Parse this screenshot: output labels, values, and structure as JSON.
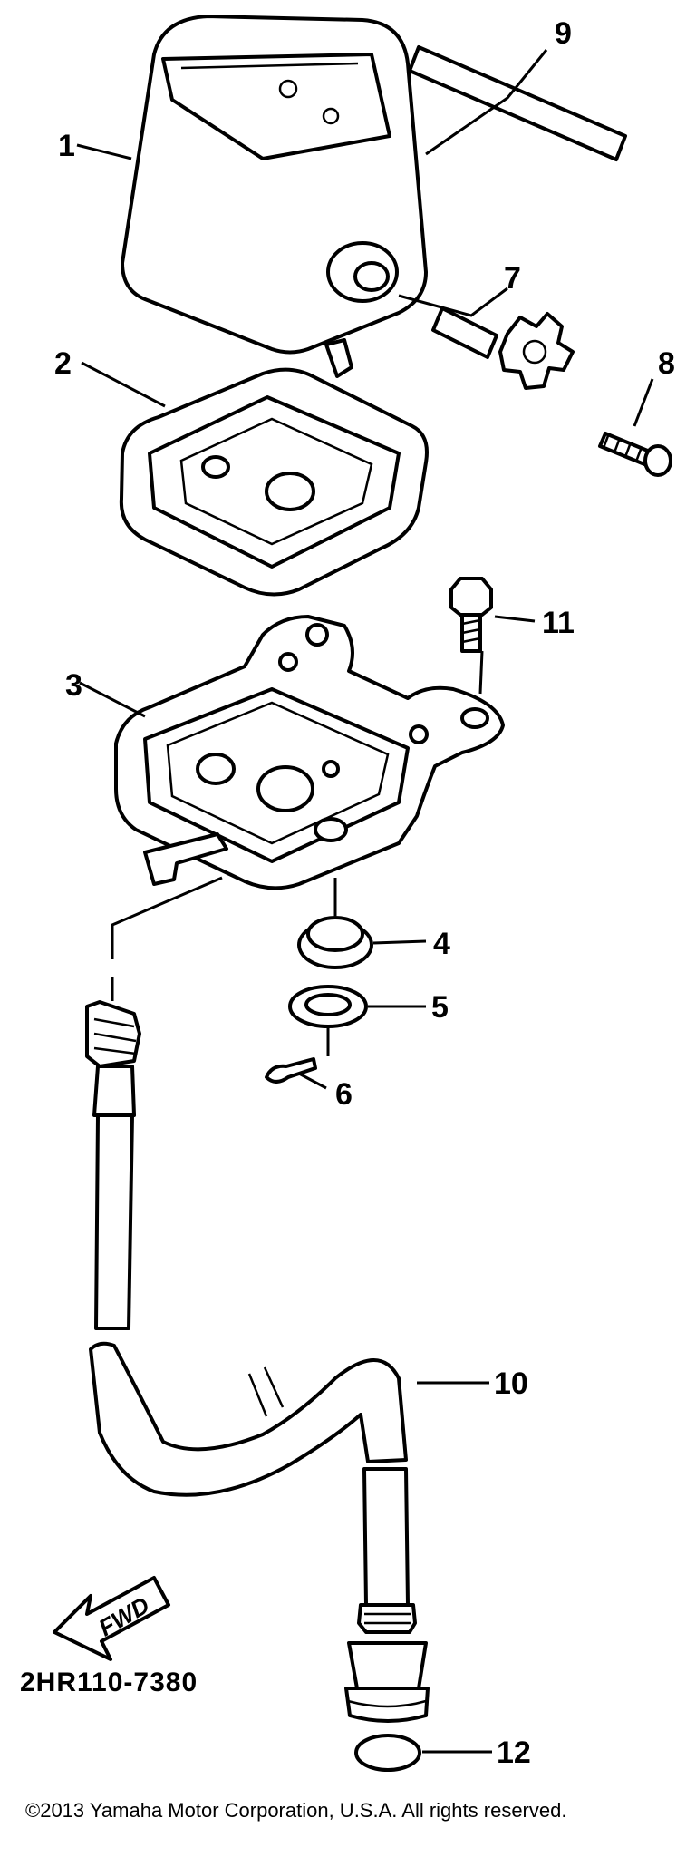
{
  "diagram": {
    "callouts": [
      "1",
      "2",
      "3",
      "4",
      "5",
      "6",
      "7",
      "8",
      "9",
      "10",
      "11",
      "12"
    ],
    "direction_label": "FWD",
    "drawing_code": "2HR110-7380",
    "copyright": "©2013 Yamaha Motor Corporation, U.S.A. All rights reserved."
  }
}
